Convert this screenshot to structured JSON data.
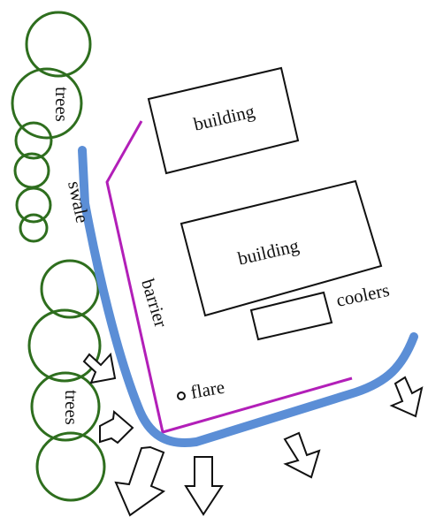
{
  "labels": {
    "building_top": "building",
    "building_middle": "building",
    "coolers": "coolers",
    "flare": "flare",
    "barrier": "barrier",
    "swale": "swale",
    "trees_top": "trees",
    "trees_bottom": "trees"
  },
  "colors": {
    "tree_outline": "#2e6e1e",
    "swale": "#5b8ed6",
    "barrier": "#b21fb8",
    "outline": "#111111",
    "background": "#ffffff"
  },
  "icons": {
    "flow_arrow": "hollow-arrow-icon",
    "tree": "tree-circle-icon",
    "flare": "flare-point-icon"
  }
}
